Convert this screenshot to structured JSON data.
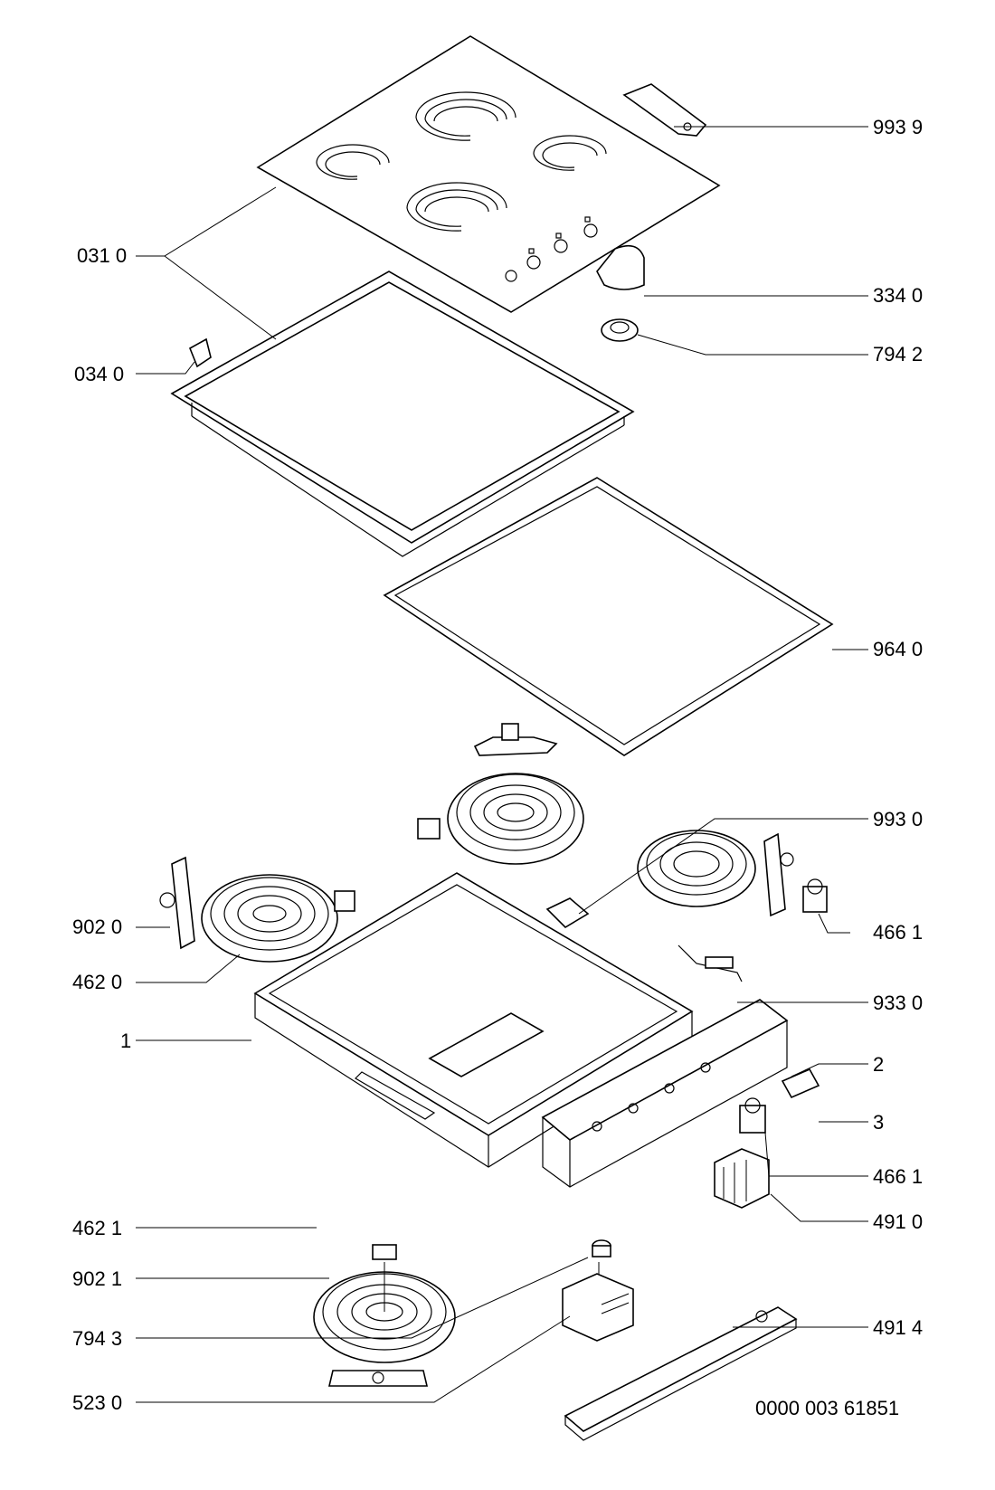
{
  "labels": {
    "l_9939": "993 9",
    "l_0310": "031 0",
    "l_3340": "334 0",
    "l_7942": "794 2",
    "l_0340": "034 0",
    "l_9640": "964 0",
    "l_9930": "993 0",
    "l_9020": "902 0",
    "l_4661a": "466 1",
    "l_4620": "462 0",
    "l_9330": "933 0",
    "l_1": "1",
    "l_2": "2",
    "l_3": "3",
    "l_4661b": "466 1",
    "l_4910": "491 0",
    "l_4621": "462 1",
    "l_9021": "902 1",
    "l_4914": "491 4",
    "l_7943": "794 3",
    "l_5230": "523 0"
  },
  "doc_number": "0000 003 61851"
}
